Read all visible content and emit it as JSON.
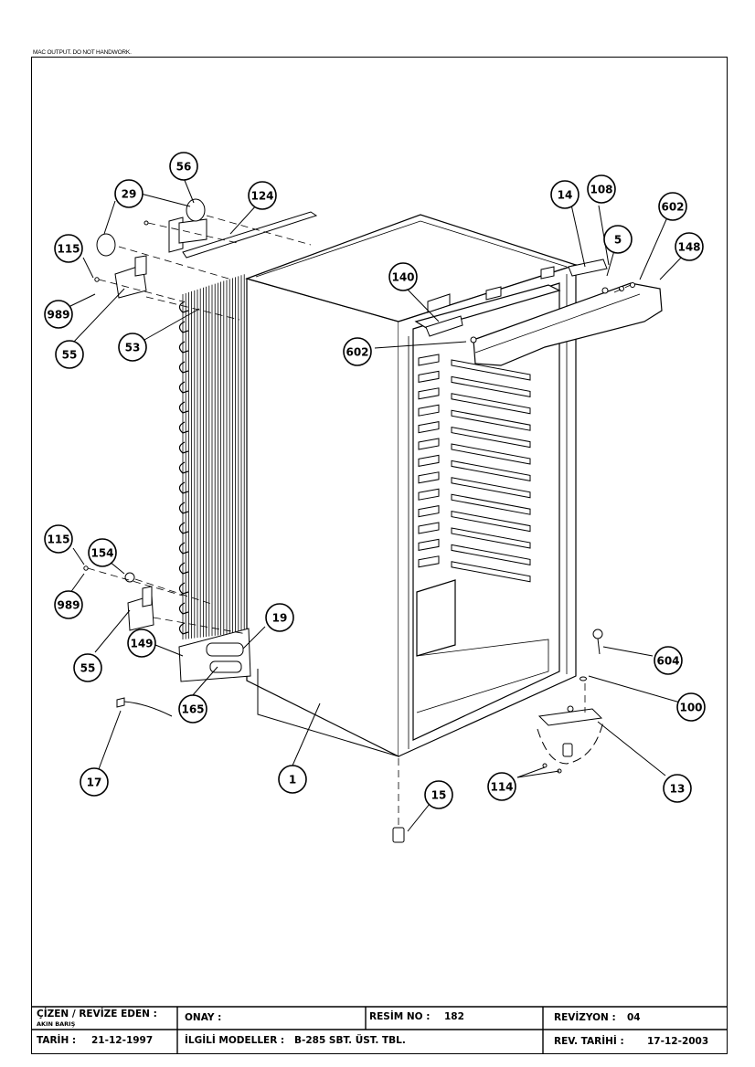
{
  "note": "MAC OUTPUT. DO NOT HANDWORK.",
  "callouts": [
    "56",
    "29",
    "124",
    "115",
    "989",
    "55",
    "53",
    "14",
    "108",
    "602",
    "148",
    "5",
    "140",
    "602",
    "115",
    "154",
    "989",
    "55",
    "149",
    "19",
    "165",
    "17",
    "1",
    "604",
    "100",
    "114",
    "13",
    "15"
  ],
  "title_block": {
    "drawn_by_label": "ÇİZEN / REVİZE EDEN :",
    "drawn_by_name": "AKIN BARIŞ",
    "approval_label": "ONAY :",
    "drawing_no_label": "RESİM NO :",
    "drawing_no": "182",
    "revision_label": "REVİZYON :",
    "revision": "04",
    "date_label": "TARİH :",
    "date": "21-12-1997",
    "models_label": "İLGİLİ MODELLER :",
    "models": "B-285 SBT. ÜST. TBL.",
    "rev_date_label": "REV. TARİHİ :",
    "rev_date": "17-12-2003"
  }
}
